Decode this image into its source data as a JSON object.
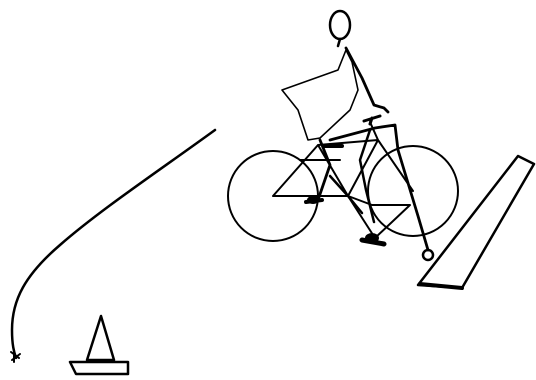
{
  "scene": {
    "ink_color": "#000000",
    "paper_color": "#ffffff",
    "elements": [
      "cyclist",
      "bicycle",
      "curved-road-line",
      "traffic-cone",
      "ramp-plank"
    ]
  }
}
